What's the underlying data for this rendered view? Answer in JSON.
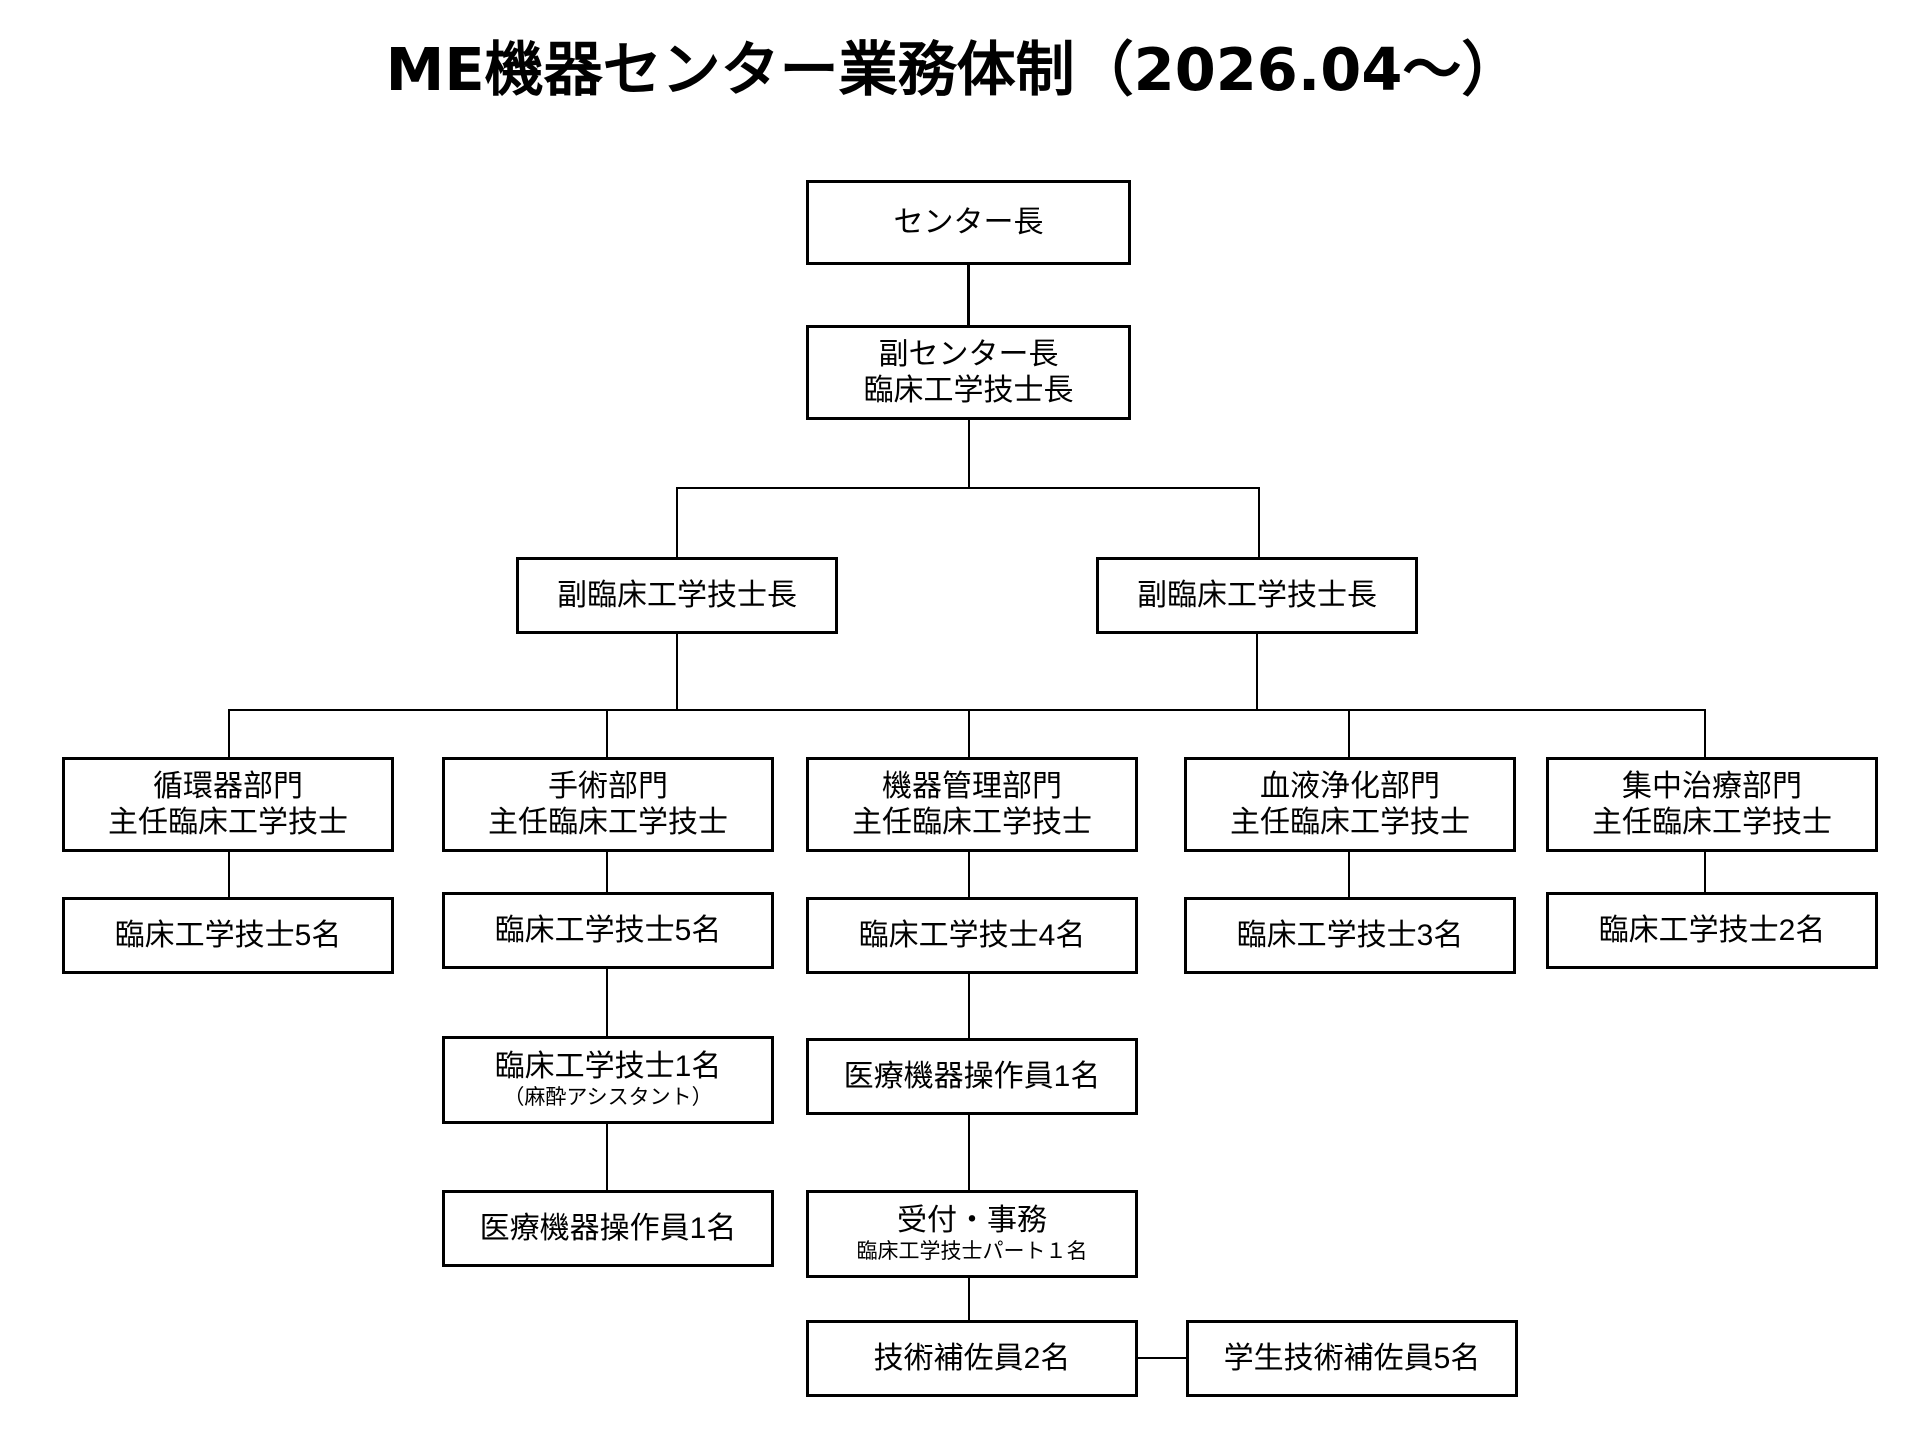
{
  "title": "ME機器センター業務体制（2026.04〜）",
  "org": {
    "center_director": {
      "label": "センター長"
    },
    "deputy_director": {
      "line1": "副センター長",
      "line2": "臨床工学技士長"
    },
    "deputy_chief_left": {
      "label": "副臨床工学技士長"
    },
    "deputy_chief_right": {
      "label": "副臨床工学技士長"
    },
    "departments": [
      {
        "name": "循環器部門",
        "role": "主任臨床工学技士",
        "staff": [
          {
            "label": "臨床工学技士5名"
          }
        ]
      },
      {
        "name": "手術部門",
        "role": "主任臨床工学技士",
        "staff": [
          {
            "label": "臨床工学技士5名"
          },
          {
            "label": "臨床工学技士1名",
            "sub": "（麻酔アシスタント）"
          },
          {
            "label": "医療機器操作員1名"
          }
        ]
      },
      {
        "name": "機器管理部門",
        "role": "主任臨床工学技士",
        "staff": [
          {
            "label": "臨床工学技士4名"
          },
          {
            "label": "医療機器操作員1名"
          },
          {
            "label": "受付・事務",
            "sub": "臨床工学技士パート１名"
          },
          {
            "label": "技術補佐員2名"
          }
        ]
      },
      {
        "name": "血液浄化部門",
        "role": "主任臨床工学技士",
        "staff": [
          {
            "label": "臨床工学技士3名"
          }
        ]
      },
      {
        "name": "集中治療部門",
        "role": "主任臨床工学技士",
        "staff": [
          {
            "label": "臨床工学技士2名"
          }
        ]
      }
    ],
    "student_assistants": {
      "label": "学生技術補佐員5名"
    }
  },
  "chart_data": {
    "type": "diagram",
    "title": "ME機器センター業務体制（2026.04〜）",
    "nodes": [
      {
        "id": "center-director",
        "label": "センター長",
        "level": 0
      },
      {
        "id": "deputy-director",
        "label": "副センター長 / 臨床工学技士長",
        "level": 1
      },
      {
        "id": "deputy-chief-left",
        "label": "副臨床工学技士長",
        "level": 2
      },
      {
        "id": "deputy-chief-right",
        "label": "副臨床工学技士長",
        "level": 2
      },
      {
        "id": "dept-cardio",
        "label": "循環器部門 主任臨床工学技士",
        "level": 3
      },
      {
        "id": "dept-surgery",
        "label": "手術部門 主任臨床工学技士",
        "level": 3
      },
      {
        "id": "dept-equipment",
        "label": "機器管理部門 主任臨床工学技士",
        "level": 3
      },
      {
        "id": "dept-dialysis",
        "label": "血液浄化部門 主任臨床工学技士",
        "level": 3
      },
      {
        "id": "dept-icu",
        "label": "集中治療部門 主任臨床工学技士",
        "level": 3
      }
    ],
    "staff_counts": [
      {
        "department": "循環器部門",
        "role": "臨床工学技士",
        "count": 5
      },
      {
        "department": "手術部門",
        "role": "臨床工学技士",
        "count": 5
      },
      {
        "department": "手術部門",
        "role": "臨床工学技士（麻酔アシスタント）",
        "count": 1
      },
      {
        "department": "手術部門",
        "role": "医療機器操作員",
        "count": 1
      },
      {
        "department": "機器管理部門",
        "role": "臨床工学技士",
        "count": 4
      },
      {
        "department": "機器管理部門",
        "role": "医療機器操作員",
        "count": 1
      },
      {
        "department": "機器管理部門",
        "role": "受付・事務 臨床工学技士パート",
        "count": 1
      },
      {
        "department": "機器管理部門",
        "role": "技術補佐員",
        "count": 2
      },
      {
        "department": "機器管理部門",
        "role": "学生技術補佐員",
        "count": 5
      },
      {
        "department": "血液浄化部門",
        "role": "臨床工学技士",
        "count": 3
      },
      {
        "department": "集中治療部門",
        "role": "臨床工学技士",
        "count": 2
      }
    ]
  }
}
